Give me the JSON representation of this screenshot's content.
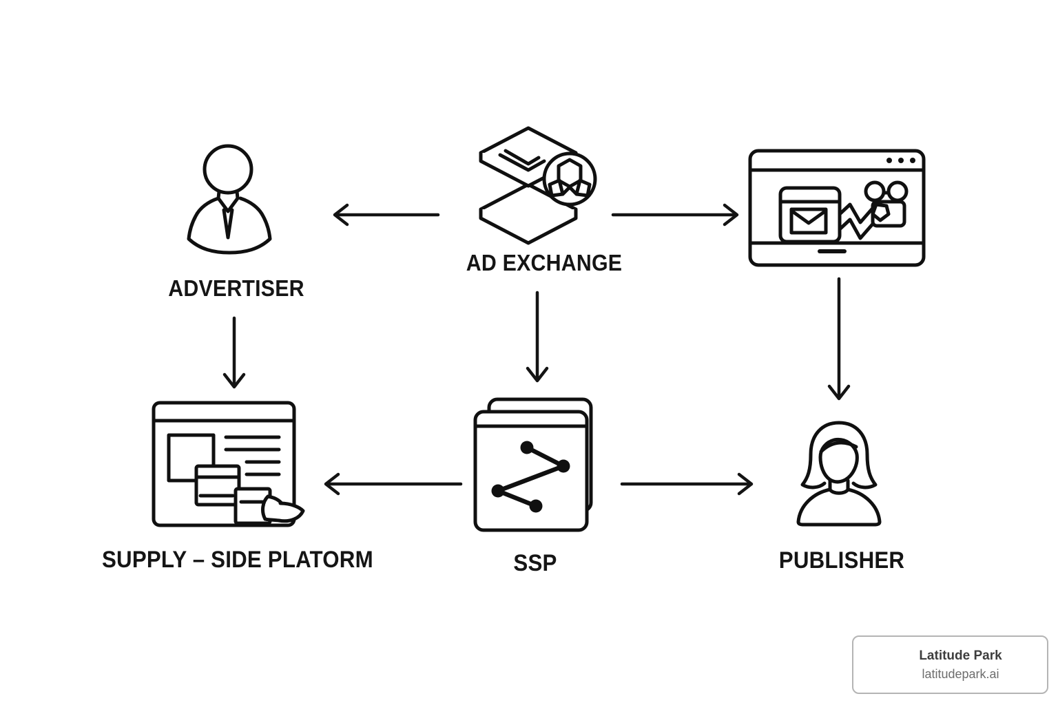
{
  "canvas": {
    "background": "#ffffff",
    "stroke_color": "#101010"
  },
  "nodes": {
    "advertiser": {
      "label": "ADVERTISER",
      "icon": "businessman-icon"
    },
    "ad_exchange": {
      "label": "AD EXCHANGE",
      "icon": "stacked-layers-molecule-icon"
    },
    "publisher_site": {
      "label": "",
      "icon": "browser-email-chart-icon"
    },
    "supply_side_platform": {
      "label": "SUPPLY – SIDE PLATORM",
      "icon": "browser-content-pen-icon"
    },
    "ssp": {
      "label": "SSP",
      "icon": "stacked-cards-graph-icon"
    },
    "publisher": {
      "label": "PUBLISHER",
      "icon": "woman-icon"
    }
  },
  "edges": [
    {
      "from": "ad_exchange",
      "to": "advertiser",
      "direction": "left"
    },
    {
      "from": "ad_exchange",
      "to": "publisher_site",
      "direction": "right"
    },
    {
      "from": "advertiser",
      "to": "supply_side_platform",
      "direction": "down"
    },
    {
      "from": "ad_exchange",
      "to": "ssp",
      "direction": "down"
    },
    {
      "from": "publisher_site",
      "to": "publisher",
      "direction": "down"
    },
    {
      "from": "ssp",
      "to": "supply_side_platform",
      "direction": "left"
    },
    {
      "from": "ssp",
      "to": "publisher",
      "direction": "right"
    }
  ],
  "watermark": {
    "title": "Latitude Park",
    "subtitle": "latitudepark.ai",
    "border_color": "#b4b4b4",
    "title_color": "#3d3d3d",
    "subtitle_color": "#6d6d6d"
  }
}
